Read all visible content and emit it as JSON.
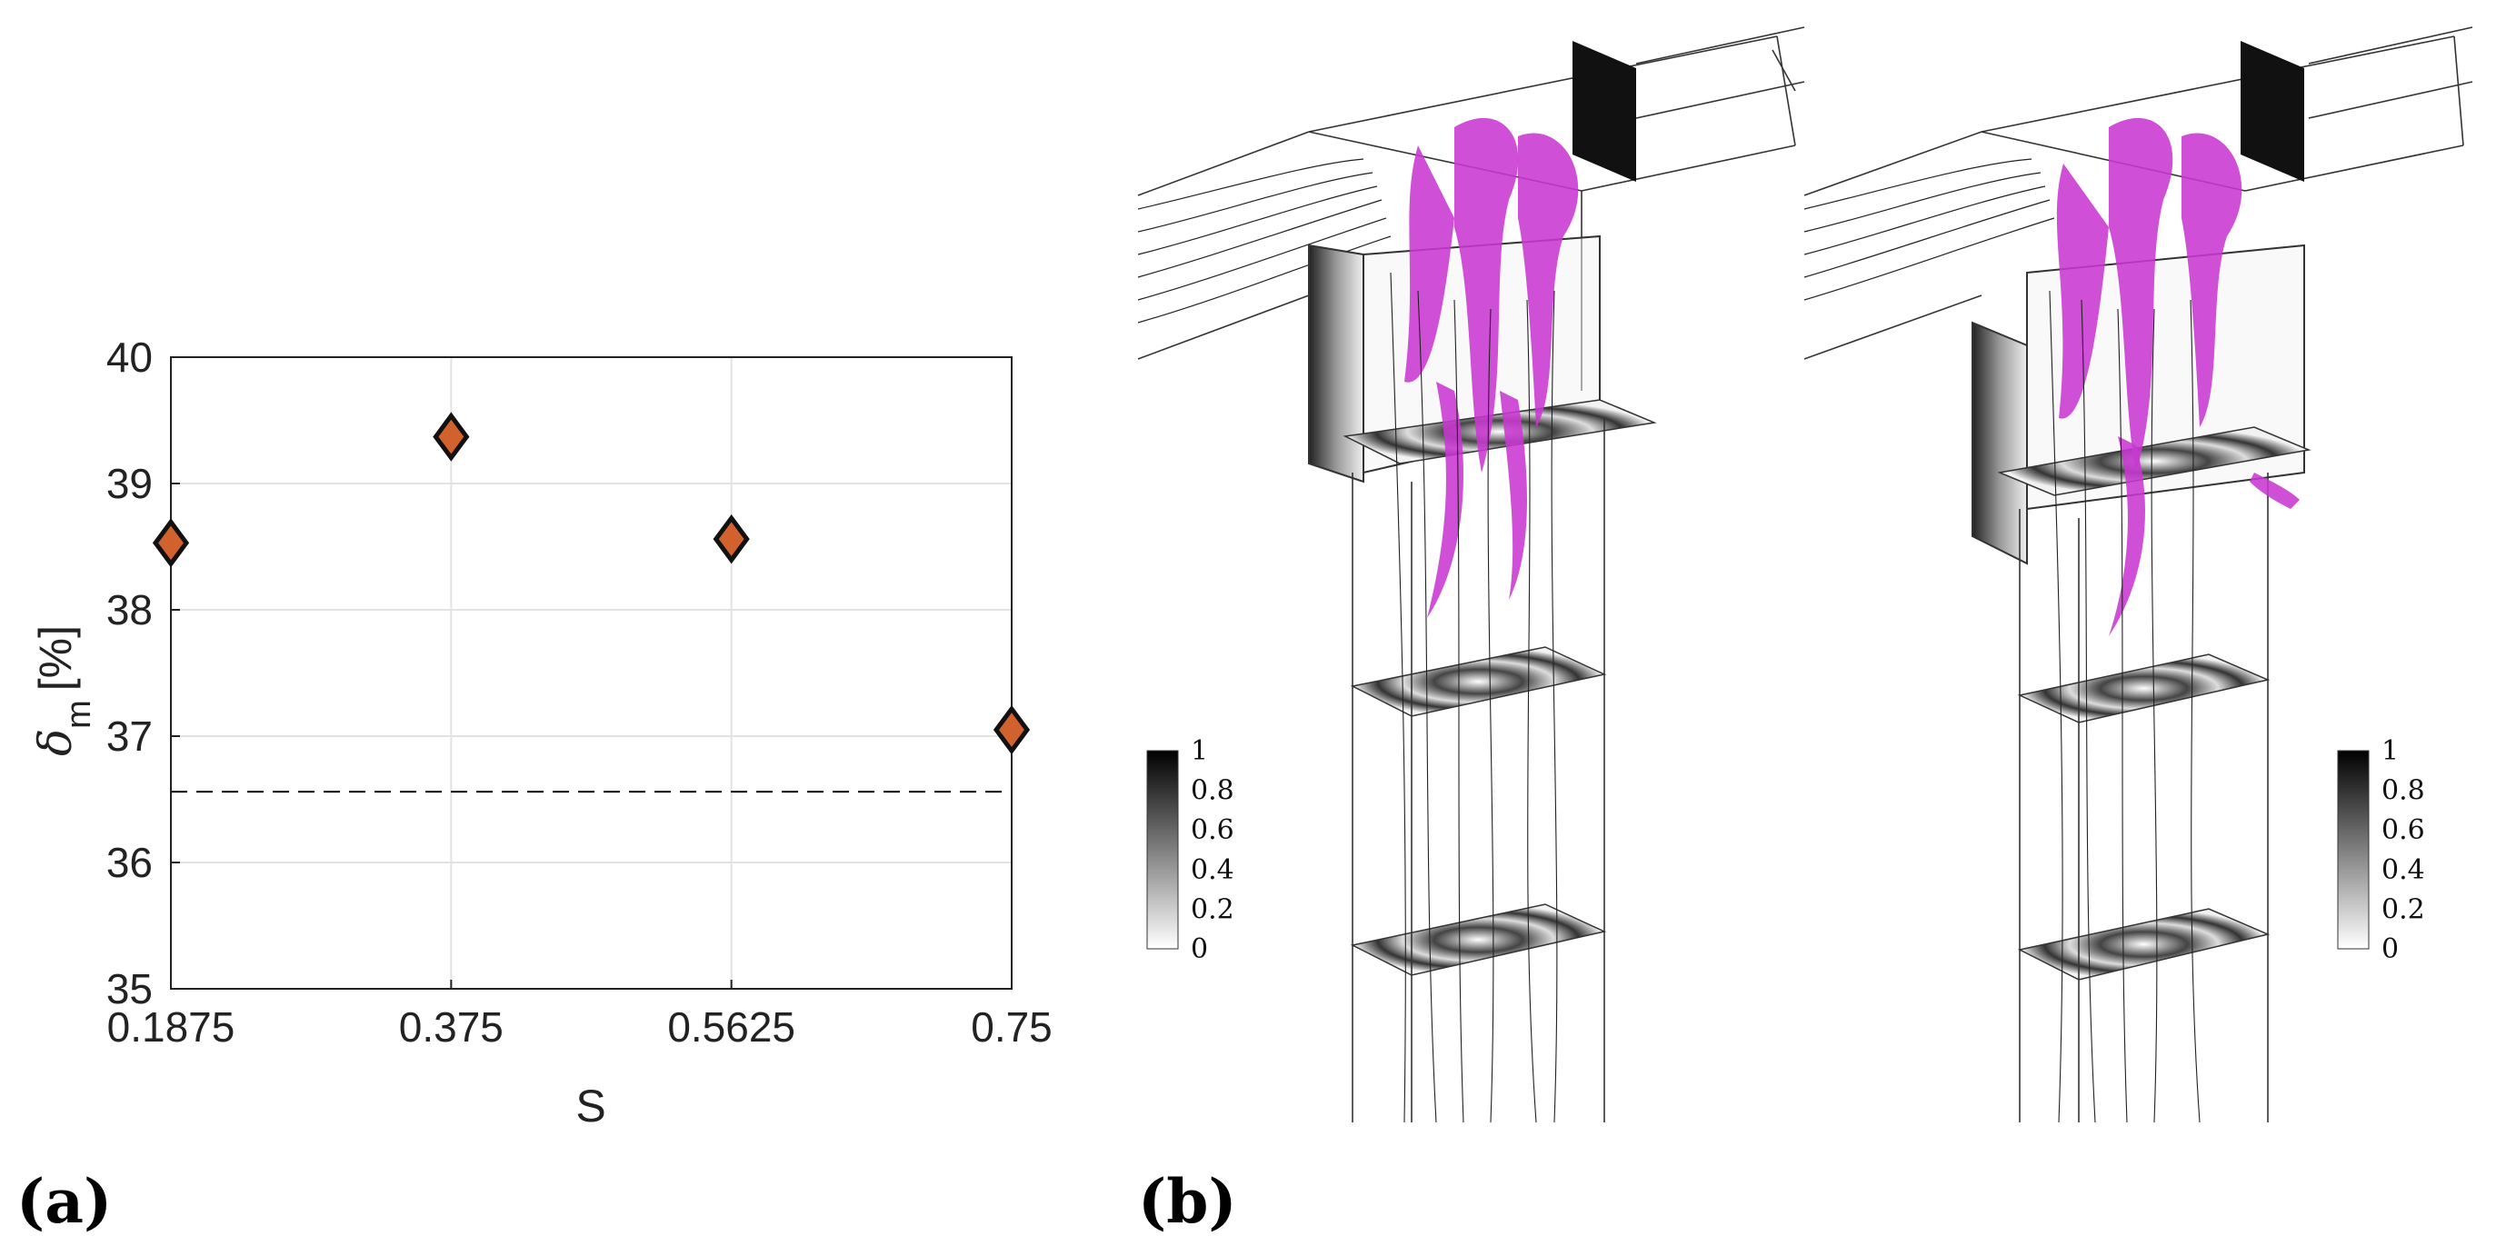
{
  "chart_data": {
    "type": "scatter",
    "title": "",
    "xlabel": "S",
    "ylabel_symbol": "δ",
    "ylabel_subscript": "m",
    "ylabel_unit": "[%]",
    "x": [
      0.1875,
      0.375,
      0.5625,
      0.75
    ],
    "x_tick_labels": [
      "0.1875",
      "0.375",
      "0.5625",
      "0.75"
    ],
    "y": [
      38.53,
      39.37,
      38.56,
      37.05
    ],
    "y_ticks": [
      35,
      36,
      37,
      38,
      39,
      40
    ],
    "y_tick_labels": [
      "35",
      "36",
      "37",
      "38",
      "39",
      "40"
    ],
    "xlim": [
      0.1875,
      0.75
    ],
    "ylim": [
      35,
      40
    ],
    "reference_line_y": 36.56,
    "grid": true,
    "marker": "diamond",
    "marker_color": "#d2622d"
  },
  "panels": {
    "a_label": "(a)",
    "b_label": "(b)"
  },
  "colorbar": {
    "ticks": [
      "1",
      "0.8",
      "0.6",
      "0.4",
      "0.2",
      "0"
    ],
    "tick_values": [
      1,
      0.8,
      0.6,
      0.4,
      0.2,
      0
    ]
  },
  "colors": {
    "isosurface": "#c838d2",
    "marker": "#d2622d",
    "grid": "#e2e2e2"
  }
}
